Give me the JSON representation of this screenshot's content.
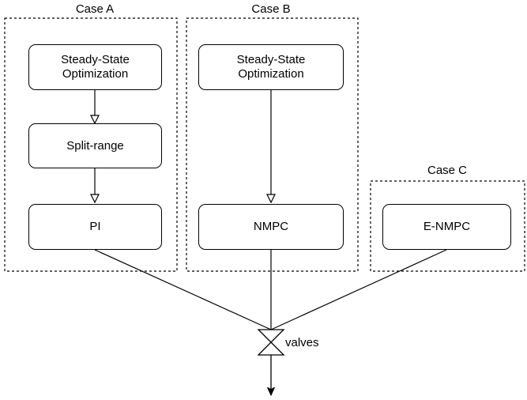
{
  "cases": {
    "a": {
      "label": "Case A"
    },
    "b": {
      "label": "Case B"
    },
    "c": {
      "label": "Case C"
    }
  },
  "blocks": {
    "a_ss_opt": "Steady-State\nOptimization",
    "a_split_range": "Split-range",
    "a_pi": "PI",
    "b_ss_opt": "Steady-State\nOptimization",
    "b_nmpc": "NMPC",
    "c_enmpc": "E-NMPC"
  },
  "valve": {
    "label": "valves"
  }
}
